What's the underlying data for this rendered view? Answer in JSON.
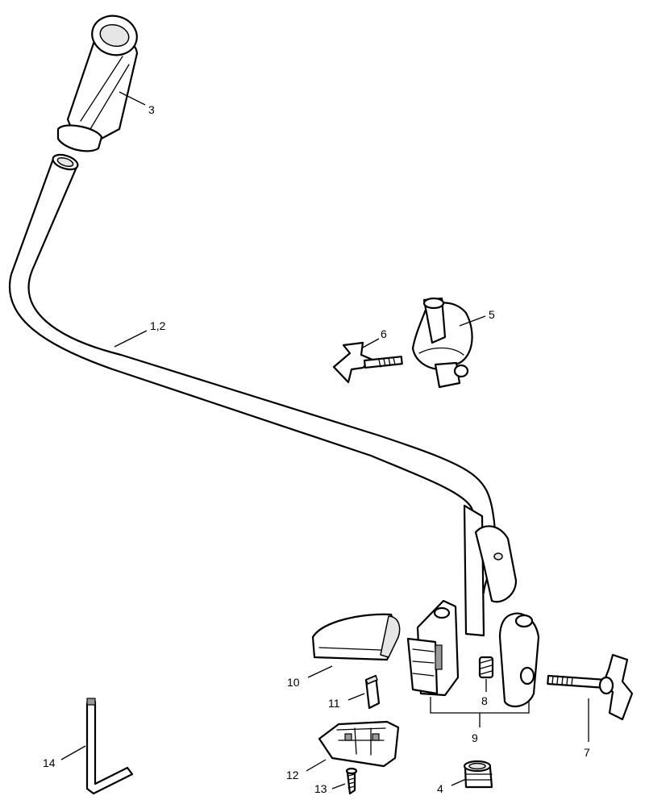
{
  "callouts": {
    "c1": "3",
    "c2": "1,2",
    "c3": "6",
    "c4": "5",
    "c5": "10",
    "c6": "11",
    "c7": "8",
    "c8": "9",
    "c9": "7",
    "c10": "12",
    "c11": "13",
    "c12": "4",
    "c13": "14"
  }
}
